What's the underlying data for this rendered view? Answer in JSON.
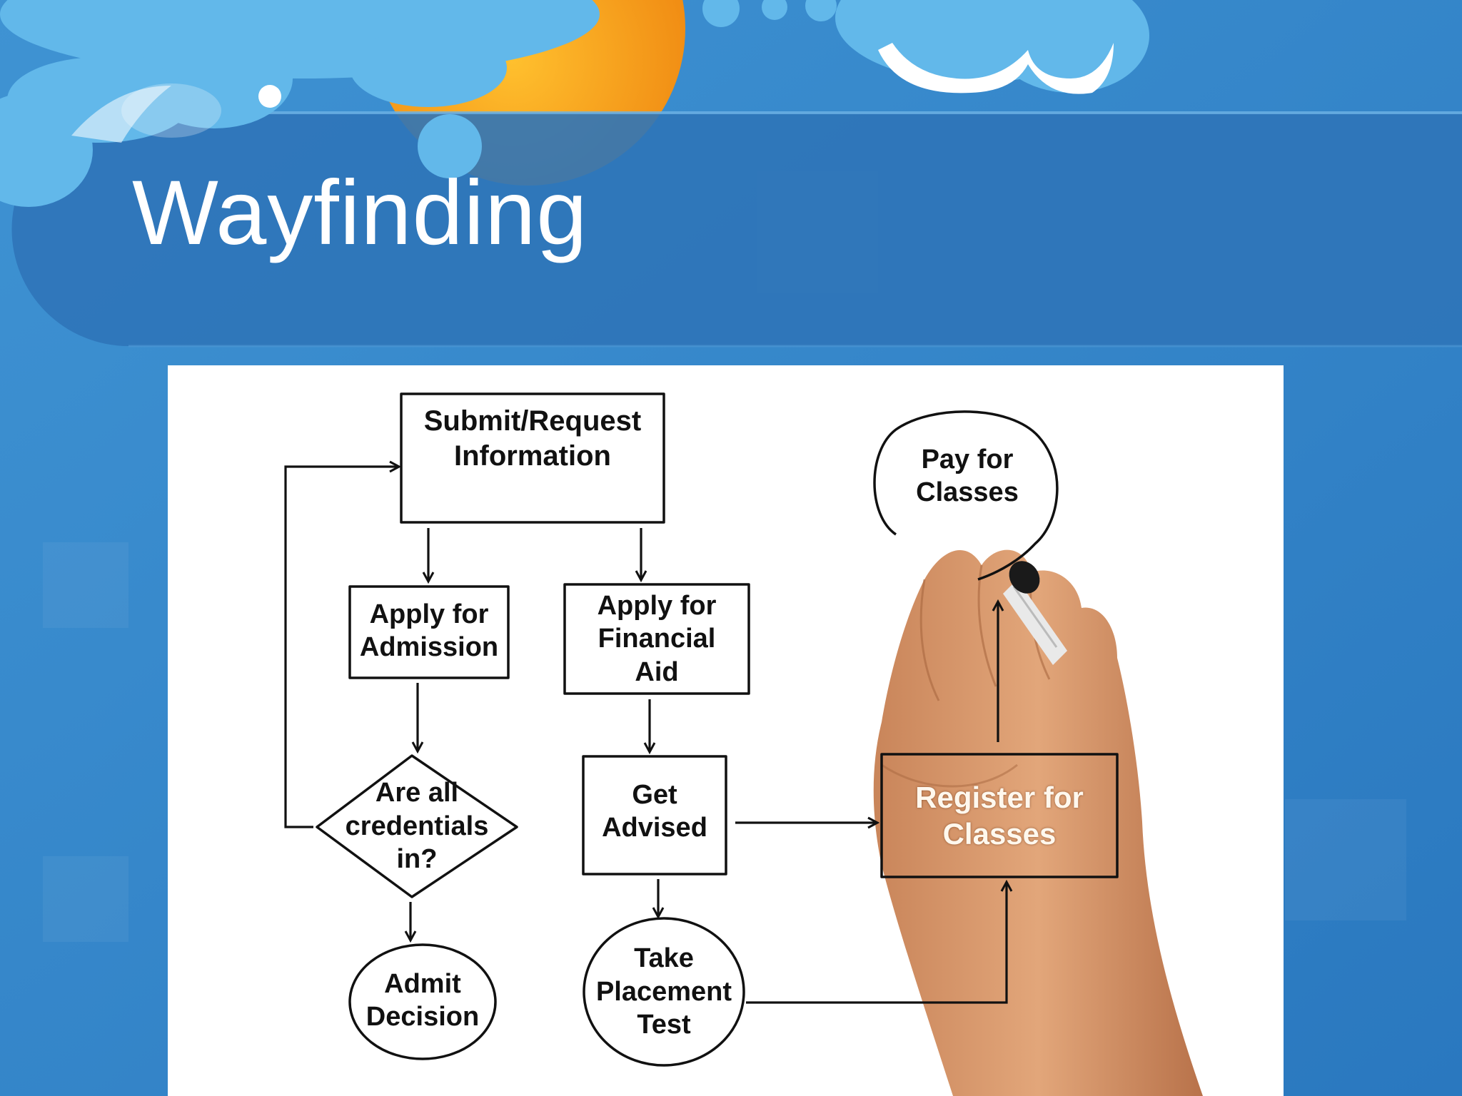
{
  "slide": {
    "title": "Wayfinding"
  },
  "colors": {
    "background": "#3a8ccd",
    "title_band": "#2f74b8",
    "cloud": "#62b8ea",
    "sun": "#f5a623",
    "panel": "#ffffff",
    "ink": "#111111",
    "skin": "#d99a6c"
  },
  "diagram": {
    "nodes": {
      "submit": {
        "label": "Submit/Request\nInformation",
        "shape": "rectangle"
      },
      "apply_admission": {
        "label": "Apply for\nAdmission",
        "shape": "rectangle"
      },
      "apply_aid": {
        "label": "Apply for\nFinancial\nAid",
        "shape": "rectangle"
      },
      "credentials": {
        "label": "Are all\ncredentials\nin?",
        "shape": "diamond"
      },
      "get_advised": {
        "label": "Get\nAdvised",
        "shape": "rectangle"
      },
      "admit_decision": {
        "label": "Admit\nDecision",
        "shape": "oval"
      },
      "placement_test": {
        "label": "Take\nPlacement\nTest",
        "shape": "oval"
      },
      "register": {
        "label": "Register for\nClasses",
        "shape": "rectangle"
      },
      "pay": {
        "label": "Pay for\nClasses",
        "shape": "oval"
      }
    },
    "edges": [
      [
        "submit",
        "apply_admission"
      ],
      [
        "submit",
        "apply_aid"
      ],
      [
        "apply_admission",
        "credentials"
      ],
      [
        "credentials",
        "admit_decision"
      ],
      [
        "credentials",
        "submit"
      ],
      [
        "apply_aid",
        "get_advised"
      ],
      [
        "get_advised",
        "placement_test"
      ],
      [
        "get_advised",
        "register"
      ],
      [
        "placement_test",
        "register"
      ],
      [
        "register",
        "pay"
      ]
    ]
  }
}
